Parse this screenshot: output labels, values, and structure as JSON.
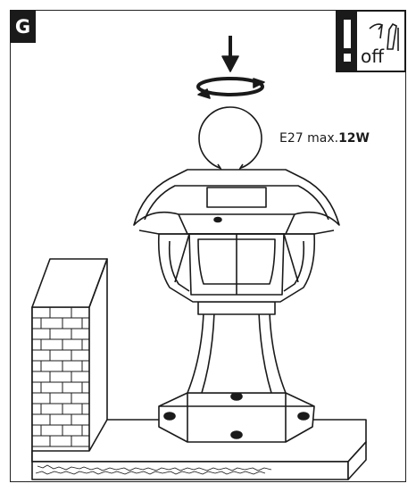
{
  "step": {
    "label": "G"
  },
  "warning": {
    "icon": "exclamation-icon",
    "switch_icon": "switch-off-icon",
    "off_label": "off"
  },
  "spec": {
    "prefix": "E27 max.",
    "value": "12W"
  },
  "illustration": {
    "subject": "lamp-post-bulb-install",
    "action_icons": [
      "arrow-down-icon",
      "rotate-arrow-icon"
    ]
  }
}
